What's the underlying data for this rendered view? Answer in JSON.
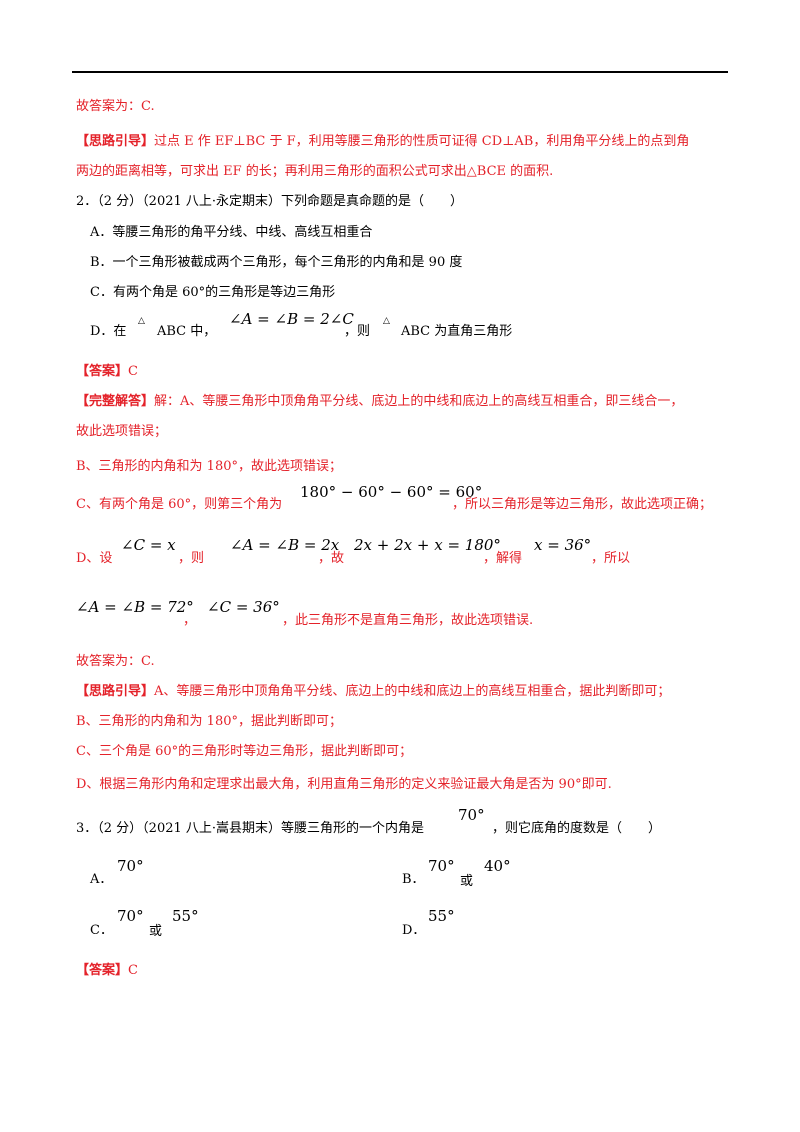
{
  "q1_tail": {
    "answer_line": "故答案为：C.",
    "hint_label": "【思路引导】",
    "hint_line1": "过点 E 作 EF⊥BC 于 F，利用等腰三角形的性质可证得 CD⊥AB，利用角平分线上的点到角",
    "hint_line2": "两边的距离相等，可求出 EF 的长；再利用三角形的面积公式可求出△BCE 的面积."
  },
  "q2": {
    "stem": "2．（2 分）（2021 八上·永定期末）下列命题是真命题的是（　　）",
    "opt_a": "A．等腰三角形的角平分线、中线、高线互相重合",
    "opt_b": "B．一个三角形被截成两个三角形，每个三角形的内角和是 90 度",
    "opt_c": "C．有两个角是 60°的三角形是等边三角形",
    "opt_d_pre": "D．在",
    "triangle": "△",
    "opt_d_abc": "ABC 中，",
    "opt_d_math": "∠A = ∠B = 2∠C",
    "opt_d_mid": "，则",
    "opt_d_post": "ABC 为直角三角形",
    "answer_label": "【答案】",
    "answer_value": "C",
    "sol_label": "【完整解答】",
    "sol_line1": "解：A、等腰三角形中顶角角平分线、底边上的中线和底边上的高线互相重合，即三线合一，",
    "sol_line2": "故此选项错误；",
    "sol_b": "B、三角形的内角和为 180°，故此选项错误；",
    "sol_c_pre": "C、有两个角是 60°，则第三个角为",
    "sol_c_math": "180° − 60° − 60° = 60°",
    "sol_c_post": "，所以三角形是等边三角形，故此选项正确；",
    "sol_d_pre": "D、设",
    "sol_d_m1": "∠C = x",
    "sol_d_t1": "，则",
    "sol_d_m2": "∠A = ∠B = 2x",
    "sol_d_t2": "，故",
    "sol_d_m3": "2x + 2x + x = 180°",
    "sol_d_t3": "，解得",
    "sol_d_m4": "x = 36°",
    "sol_d_t4": "，所以",
    "sol_e_m1": "∠A = ∠B = 72°",
    "sol_e_t1": "，",
    "sol_e_m2": "∠C = 36°",
    "sol_e_t2": "，此三角形不是直角三角形，故此选项错误.",
    "final": "故答案为：C.",
    "hint_label": "【思路引导】",
    "hint_a": "A、等腰三角形中顶角角平分线、底边上的中线和底边上的高线互相重合，据此判断即可；",
    "hint_b": "B、三角形的内角和为 180°，据此判断即可；",
    "hint_c": "C、三个角是 60°的三角形时等边三角形，据此判断即可；",
    "hint_d": "D、根据三角形内角和定理求出最大角，利用直角三角形的定义来验证最大角是否为 90°即可."
  },
  "q3": {
    "stem_pre": "3．（2 分）（2021 八上·嵩县期末）等腰三角形的一个内角是",
    "stem_math": "70°",
    "stem_post": "，则它底角的度数是（　　）",
    "a_label": "A．",
    "a_val": "70°",
    "b_label": "B．",
    "b_v1": "70°",
    "b_or": "或",
    "b_v2": "40°",
    "c_label": "C．",
    "c_v1": "70°",
    "c_or": "或",
    "c_v2": "55°",
    "d_label": "D．",
    "d_val": "55°",
    "answer_label": "【答案】",
    "answer_value": "C"
  }
}
